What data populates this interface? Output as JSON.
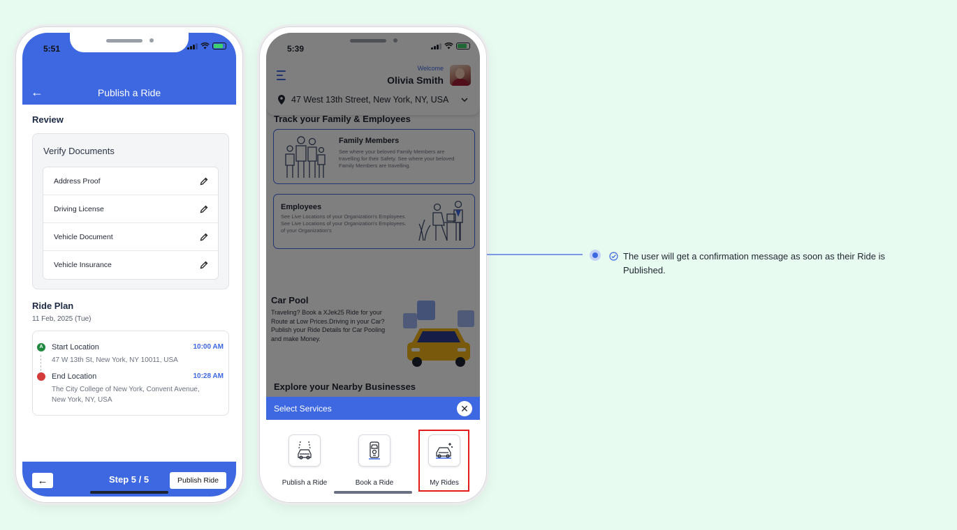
{
  "phone1": {
    "status_time": "5:51",
    "header_title": "Publish a Ride",
    "review_title": "Review",
    "verify_title": "Verify Documents",
    "documents": [
      "Address Proof",
      "Driving License",
      "Vehicle Document",
      "Vehicle Insurance"
    ],
    "ride_plan_title": "Ride Plan",
    "ride_date": "11 Feb, 2025 (Tue)",
    "start": {
      "badge": "A",
      "label": "Start Location",
      "time": "10:00 AM",
      "address": "47 W 13th St, New York, NY 10011, USA"
    },
    "end": {
      "label": "End Location",
      "time": "10:28 AM",
      "address": "The City College of New York, Convent Avenue, New York, NY, USA"
    },
    "step_text": "Step 5 / 5",
    "publish_label": "Publish Ride"
  },
  "phone2": {
    "status_time": "5:39",
    "welcome": "Welcome",
    "user_name": "Olivia Smith",
    "address": "47 West 13th Street, New York, NY, USA",
    "track_title": "Track your Family & Employees",
    "family": {
      "title": "Family Members",
      "desc": "See where your beloved Family Members are travelling for their Safety. See where your beloved Family Members are travelling."
    },
    "employees": {
      "title": "Employees",
      "desc": "See Live Locations of your Organization's Employees. See Live Locations of your Organization's Employees. of your Organization's"
    },
    "carpool": {
      "title": "Car Pool",
      "desc": "Traveling? Book a XJek25 Ride for your Route at Low Prices.Driving in your Car?Publish your Ride Details for Car Pooling and make Money."
    },
    "explore_title": "Explore your Nearby Businesses",
    "sheet_title": "Select Services",
    "services": [
      "Publish a Ride",
      "Book a Ride",
      "My Rides"
    ]
  },
  "annotation": {
    "text": "The user will get a confirmation message as soon as their Ride is Published."
  },
  "colors": {
    "primary": "#3e68e2",
    "highlight": "#e21a1a",
    "background": "#e8fbf0"
  }
}
